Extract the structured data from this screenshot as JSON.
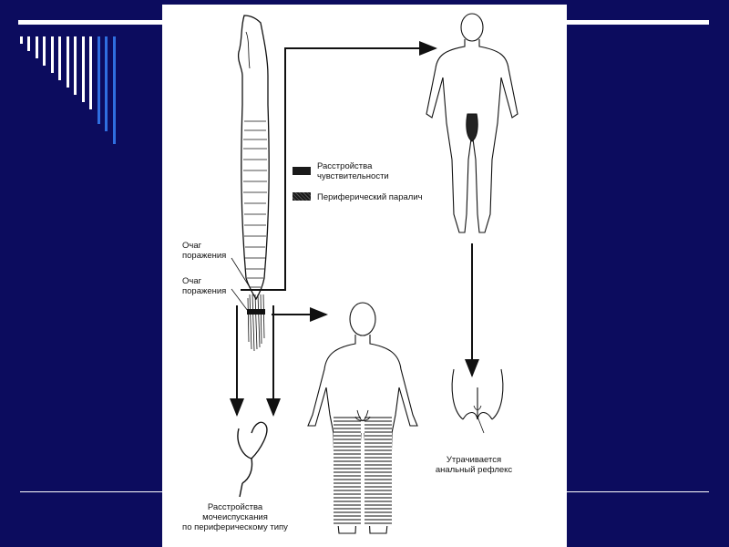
{
  "legend": {
    "items": [
      {
        "label": "Расстройства\nчувствительности",
        "pattern": "solid"
      },
      {
        "label": "Периферический паралич",
        "pattern": "hatched"
      }
    ]
  },
  "labels": {
    "lesion_upper": "Очаг\nпоражения",
    "lesion_lower": "Очаг\nпоражения",
    "anal_reflex": "Утрачивается\nанальный рефлекс",
    "urination": "Расстройства\nмочеиспускания\nпо периферическому типу"
  },
  "colors": {
    "background": "#0c0c5e",
    "figure_bg": "#ffffff",
    "ink": "#111111",
    "stripe_light": "#ffffff",
    "stripe_blue": "#2f6fe0"
  }
}
